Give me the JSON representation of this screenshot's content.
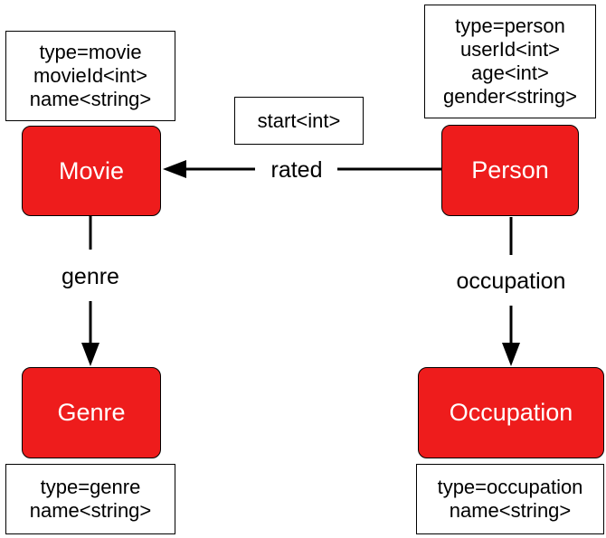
{
  "nodes": {
    "movie": {
      "label": "Movie",
      "props": [
        "type=movie",
        "movieId<int>",
        "name<string>"
      ]
    },
    "person": {
      "label": "Person",
      "props": [
        "type=person",
        "userId<int>",
        "age<int>",
        "gender<string>"
      ]
    },
    "genre": {
      "label": "Genre",
      "props": [
        "type=genre",
        "name<string>"
      ]
    },
    "occupation": {
      "label": "Occupation",
      "props": [
        "type=occupation",
        "name<string>"
      ]
    }
  },
  "edges": {
    "rated": {
      "label": "rated",
      "props": [
        "start<int>"
      ]
    },
    "genre": {
      "label": "genre"
    },
    "occupation": {
      "label": "occupation"
    }
  },
  "colors": {
    "node_fill": "#ee1c1c",
    "node_text": "#ffffff",
    "line": "#000000"
  }
}
